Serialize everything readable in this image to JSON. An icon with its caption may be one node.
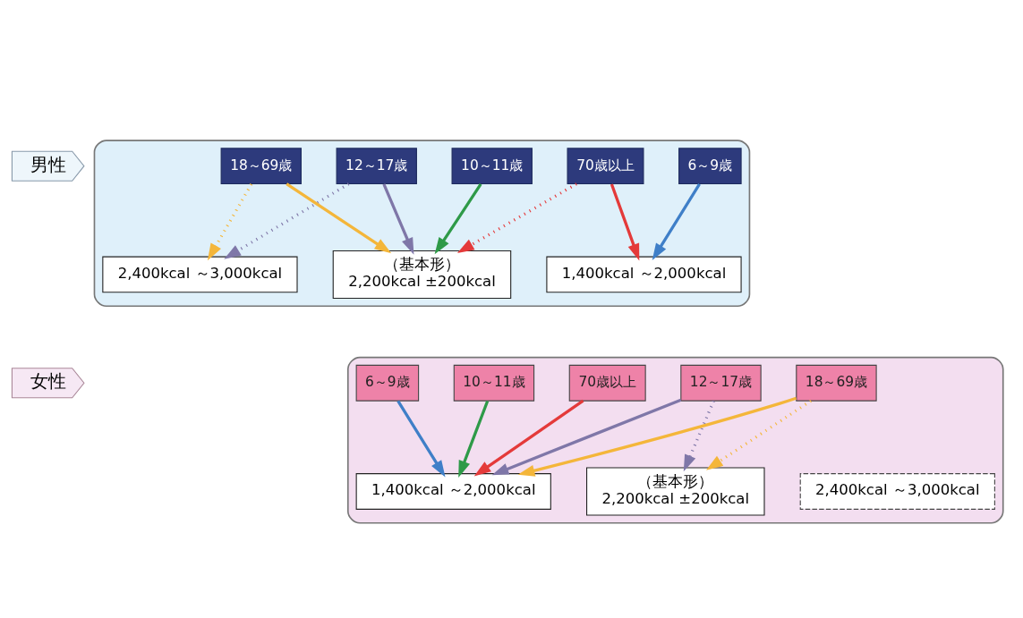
{
  "diagram": {
    "nodes": [
      {
        "text": [
          "男性"
        ]
      },
      {
        "text": [],
        "shape": "box"
      },
      {
        "text": [
          "6～9歳"
        ],
        "in": 1
      },
      {
        "text": [
          "10～11歳"
        ],
        "in": 1
      },
      {
        "text": [
          "12～17歳"
        ],
        "in": 1
      },
      {
        "text": [
          "18～69歳"
        ],
        "in": 1
      },
      {
        "text": [
          "70歳以上"
        ],
        "in": 1
      },
      {
        "text": [
          "1,400kcal ～2,000kcal"
        ],
        "in": 1
      },
      {
        "text": [
          "（基本形）",
          "2,200kcal ±200kcal"
        ],
        "in": 1
      },
      {
        "text": [
          "2,400kcal ～3,000kcal"
        ],
        "in": 1
      },
      {
        "text": [
          "女性"
        ]
      },
      {
        "text": [],
        "shape": "box"
      },
      {
        "text": [
          "6～9歳"
        ],
        "in": 11
      },
      {
        "text": [
          "10～11歳"
        ],
        "in": 11
      },
      {
        "text": [
          "12～17歳"
        ],
        "in": 11
      },
      {
        "text": [
          "18～69歳"
        ],
        "in": 11
      },
      {
        "text": [
          "70歳以上"
        ],
        "in": 11
      },
      {
        "text": [
          "1,400kcal ～2,000kcal"
        ],
        "in": 11
      },
      {
        "text": [
          "（基本形）",
          "2,200kcal ±200kcal"
        ],
        "in": 11
      },
      {
        "text": [
          "2,400kcal ～3,000kcal"
        ],
        "in": 11
      }
    ],
    "edges": [
      {
        "from": 2,
        "to": 7,
        "arrow": "to",
        "color": "#3f7fc8"
      },
      {
        "from": 3,
        "to": 8,
        "arrow": "to",
        "color": "#2e9a48"
      },
      {
        "from": 4,
        "to": 8,
        "arrow": "to",
        "color": "#7f77a8"
      },
      {
        "from": 4,
        "to": 9,
        "arrow": "to",
        "style": "dashed",
        "color": "#7f77a8"
      },
      {
        "from": 5,
        "to": 8,
        "arrow": "to",
        "color": "#f4b63a"
      },
      {
        "from": 5,
        "to": 9,
        "arrow": "to",
        "style": "dashed",
        "color": "#f4b63a"
      },
      {
        "from": 6,
        "to": 7,
        "arrow": "to",
        "color": "#e43a3a"
      },
      {
        "from": 6,
        "to": 8,
        "arrow": "to",
        "style": "dashed",
        "color": "#e43a3a"
      },
      {
        "from": 12,
        "to": 17,
        "arrow": "to",
        "color": "#3f7fc8"
      },
      {
        "from": 13,
        "to": 17,
        "arrow": "to",
        "color": "#2e9a48"
      },
      {
        "from": 14,
        "to": 17,
        "arrow": "to",
        "color": "#7f77a8"
      },
      {
        "from": 16,
        "to": 17,
        "arrow": "to",
        "color": "#e43a3a"
      },
      {
        "from": 15,
        "to": 17,
        "arrow": "to",
        "color": "#f4b63a"
      },
      {
        "from": 14,
        "to": 18,
        "arrow": "to",
        "style": "dashed",
        "color": "#7f77a8"
      },
      {
        "from": 15,
        "to": 18,
        "arrow": "to",
        "style": "dashed",
        "color": "#f4b63a"
      }
    ]
  }
}
